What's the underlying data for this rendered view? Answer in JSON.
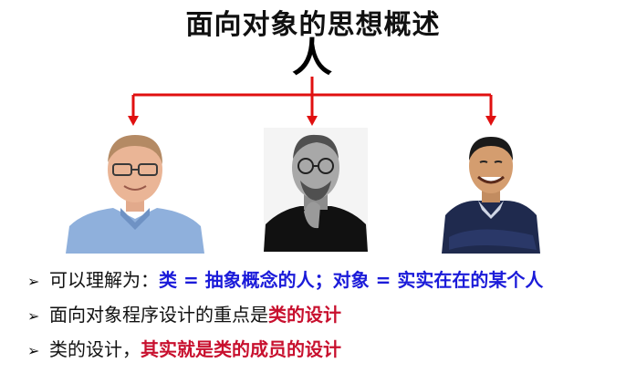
{
  "title": "面向对象的思想概述",
  "root_char": "人",
  "colors": {
    "arrow": "#e01010",
    "blue": "#1b1bd9",
    "red": "#c8102e"
  },
  "people": [
    {
      "icon": "person-photo-glasses-icon"
    },
    {
      "icon": "person-photo-black-turtleneck-icon"
    },
    {
      "icon": "person-photo-navy-jacket-icon"
    }
  ],
  "bullets": [
    {
      "plain": "可以理解为：",
      "emph": "类 = 抽象概念的人；对象 = 实实在在的某个人",
      "emph_color": "blue"
    },
    {
      "plain": "面向对象程序设计的重点是",
      "emph": "类的设计",
      "emph_color": "red"
    },
    {
      "plain": "类的设计，",
      "emph": "其实就是类的成员的设计",
      "emph_color": "red"
    }
  ],
  "bullet_marker": "➢"
}
